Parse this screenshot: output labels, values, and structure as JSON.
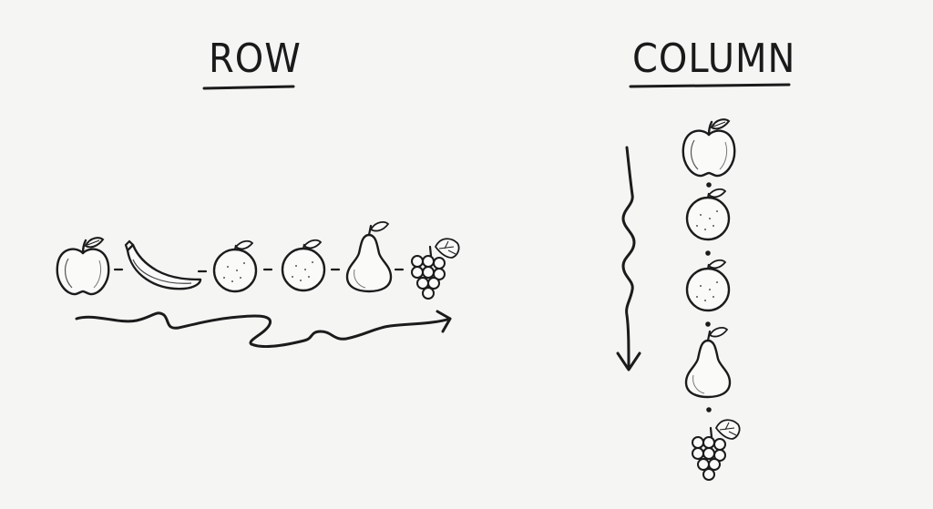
{
  "row_section": {
    "heading": "ROW",
    "fruits": [
      "apple-icon",
      "banana-icon",
      "orange-icon",
      "orange-icon",
      "pear-icon",
      "grapes-icon"
    ],
    "arrow_direction": "right"
  },
  "column_section": {
    "heading": "COLUMN",
    "fruits": [
      "apple-icon",
      "orange-icon",
      "orange-icon",
      "pear-icon",
      "grapes-icon"
    ],
    "arrow_direction": "down"
  },
  "colors": {
    "background": "#f5f5f4",
    "ink": "#1b1b1b"
  }
}
